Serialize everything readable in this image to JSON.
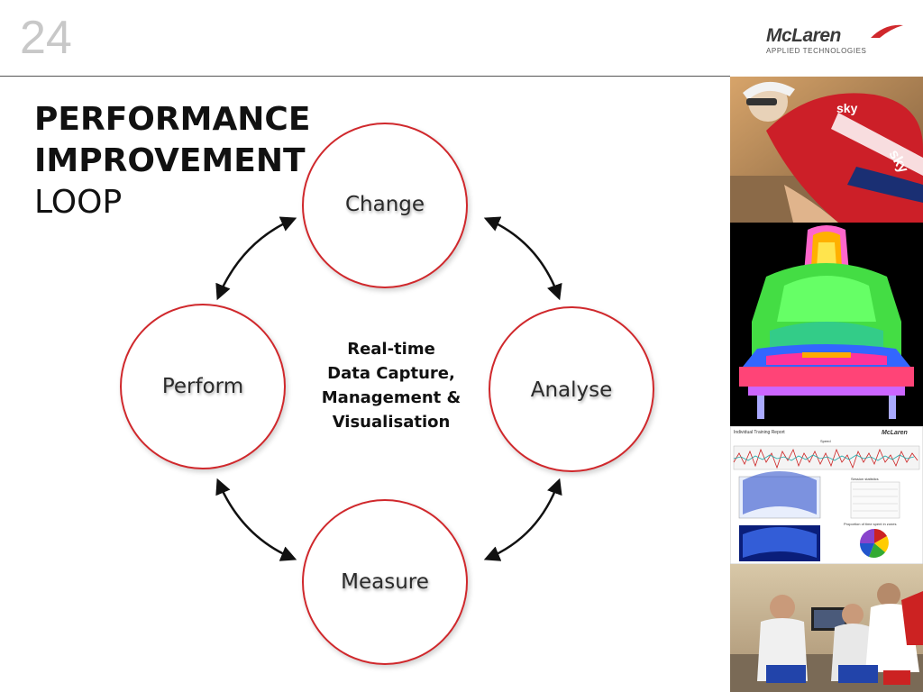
{
  "slide": {
    "number": "24"
  },
  "logo": {
    "name": "McLaren",
    "subtitle": "APPLIED TECHNOLOGIES"
  },
  "title": {
    "line1": "PERFORMANCE",
    "line2": "IMPROVEMENT",
    "line3": "LOOP"
  },
  "cycle": {
    "nodes": [
      "Change",
      "Analyse",
      "Measure",
      "Perform"
    ],
    "center": [
      "Real-time",
      "Data Capture,",
      "Management &",
      "Visualisation"
    ]
  },
  "colors": {
    "accent": "#d0282c",
    "text": "#111111",
    "slide_number": "#c8c8c8"
  },
  "photos": [
    "cyclist-photo",
    "aero-thermal-map",
    "training-report-screenshot",
    "team-analysis-photo"
  ],
  "report": {
    "title": "Individual Training Report",
    "logo": "McLaren",
    "speed_label": "Speed",
    "stats_title": "Session statistics",
    "pie_title": "Proportion of time spent in zones"
  }
}
